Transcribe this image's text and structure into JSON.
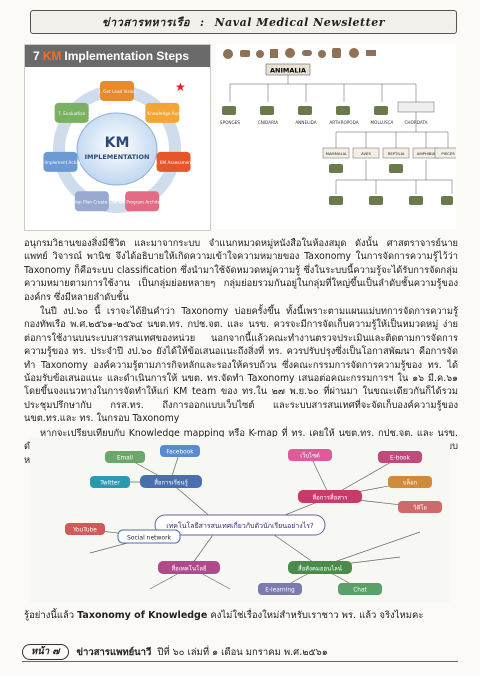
{
  "header": {
    "thai_title": "ข่าวสารทหารเรือ",
    "separator": ":",
    "english_title": "Naval Medical Newsletter"
  },
  "km_figure": {
    "title_number": "7",
    "title_km": "KM",
    "title_rest": "Implementation Steps",
    "center_title": "KM",
    "center_subtitle": "IMPLEMENTATION",
    "steps": [
      {
        "num": "1. Get Lead Vision",
        "color": "#e68a2e"
      },
      {
        "num": "2. Knowledge Audit",
        "color": "#f3a536"
      },
      {
        "num": "3. KM Assessment",
        "color": "#e5572a"
      },
      {
        "num": "4. KM Program Architecture",
        "color": "#e46b84"
      },
      {
        "num": "5. Develop Plan Create Charter",
        "color": "#9aa9cf"
      },
      {
        "num": "6. Implement Action",
        "color": "#6c9ad4"
      },
      {
        "num": "7. Evaluation",
        "color": "#79b061"
      }
    ]
  },
  "taxonomy": {
    "root": "ANIMALIA",
    "level1": [
      "SPONGES",
      "CNIDARIA",
      "ANNELIDA",
      "ARTHROPODA",
      "MOLLUSCA",
      "CHORDATA"
    ],
    "classes": [
      "MAMMALIA",
      "AVES",
      "REPTILIA",
      "AMPHIBIA",
      "PISCES"
    ]
  },
  "body": {
    "p1": "อนุกรมวิธานของสิ่งมีชีวิต และมาจากระบบ จำแนกหมวดหมู่หนังสือในห้องสมุด ดังนั้น ศาสตราจารย์นายแพทย์ วิจารณ์ พานิช จึงได้อธิบายให้เกิดความเข้าใจความหมายของ Taxonomy ในการจัดการความรู้ไว้ว่า Taxonomy ก็คือระบบ classification ซึ่งนำมาใช้จัดหมวดหมู่ความรู้ ซึ่งในระบบนี้ความรู้จะได้รับการจัดกลุ่ม ความหมายตามการใช้งาน เป็นกลุ่มย่อยหลายๆ กลุ่มย่อยรวมกันอยู่ในกลุ่มที่ใหญ่ขึ้นเป็นลำดับชั้นความรู้ขององค์กร ซึ่งมีหลายลำดับชั้น",
    "p2": "ในปี งป.๖๐ นี้ เราจะได้ยินคำว่า Taxonomy บ่อยครั้งขึ้น ทั้งนี้เพราะตามแผนแม่บทการจัดการความรู้กองทัพเรือ พ.ศ.๒๕๖๑-๒๕๖๔ นขต.ทร. กปช.จต. และ นรข. ควรจะมีการจัดเก็บความรู้ให้เป็นหมวดหมู่ ง่ายต่อการใช้งานบนระบบสารสนเทศของหน่วย นอกจากนี้แล้วคณะทำงานตรวจประเมินและติดตามการจัดการความรู้ของ ทร. ประจำปี งป.๖๐ ยังได้ให้ข้อเสนอแนะถึงสิ่งที่ ทร. ควรปรับปรุงซึ่งเป็นโอกาสพัฒนา คือการจัดทำ Taxonomy องค์ความรู้ตามภารกิจหลักและรองให้ครบถ้วน ซึ่งคณะกรรมการจัดการความรู้ของ ทร. ได้น้อมรับข้อเสนอแนะ และดำเนินการให้ นขต. ทร.จัดทำ Taxonomy เสนอต่อคณะกรรมการฯ ใน ๑๖ มี.ค.๖๑ โดยขึ้นจงแนวทางในการจัดทำให้แก่ KM team ของ ทร.ใน ๒๗ พ.ย.๖๐ ที่ผ่านมา ในขณะเดียวกันก็ได้รวมประชุมปรึกษากับ กรส.ทร. ถึงการออกแบบเว็บไซต์ และระบบสารสนเทศที่จะจัดเก็บองค์ความรู้ของ นขต.ทร.และ ทร. ในกรอบ Taxonomy",
    "p3": "หากจะเปรียบเทียบกับ Knowledge mapping หรือ K-map ที่ ทร. เคยให้ นขต.ทร. กปช.จต. และ นรข. ดำเนินการตามแผนแม่บทการจัดการความรู้กองทัพเรือ พ.ศ.๒๕๕๙-๒๕๖๐ Taxonomy ก็คือ K-map รูปแบบหนึ่งนั่นเอง"
  },
  "mindmap": {
    "center": "เทคโนโลยีสารสนเทศเกี่ยวกับตัวนักเรียนอย่างไร?",
    "left_hub": "สื่อการเรียนรู้",
    "social_hub": "Social network",
    "bottom_hub": "สื่อเทคโนโลยี",
    "right_hub": "สื่อการสื่อสาร",
    "right_bottom_hub": "สื่อสังคมออนไลน์",
    "leaves_left": [
      "Email",
      "Facebook",
      "Twitter",
      "YouTube"
    ],
    "leaves_right": [
      "เว็บไซต์",
      "E-book",
      "บล็อก",
      "วิดีโอ",
      "E-learning",
      "Chat"
    ]
  },
  "caption": {
    "prefix": "รู้อย่างนี้แล้ว",
    "bold": "Taxonomy of Knowledge",
    "suffix": "คงไม่ใช่เรื่องใหม่สำหรับเราชาว พร. แล้ว จริงไหมคะ"
  },
  "footer": {
    "page_label": "หน้า ๗",
    "publication": "ข่าวสารแพทย์นาวี",
    "issue": "ปีที่ ๖๐ เล่มที่ ๑ เดือน มกราคม พ.ศ.๒๕๖๑"
  }
}
